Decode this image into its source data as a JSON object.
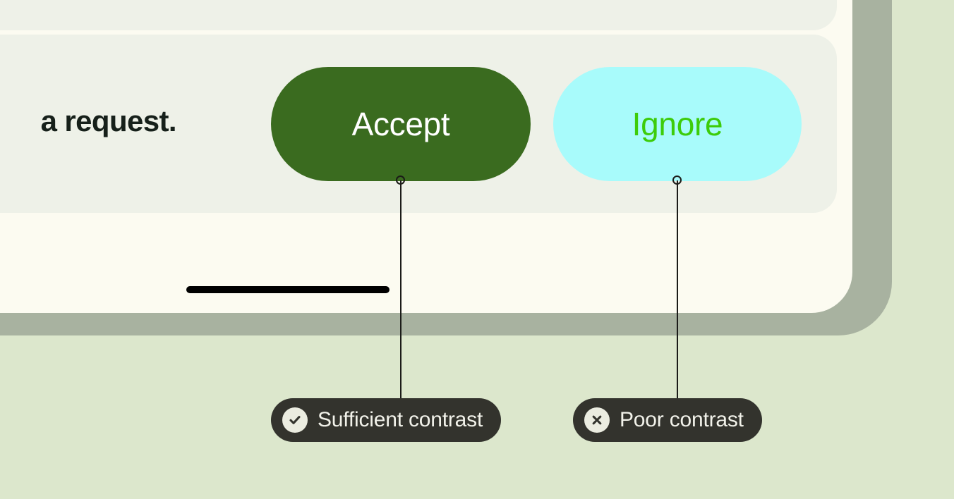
{
  "page": {
    "background_color": "#dce7cc",
    "frame_color": "#a8b2a0",
    "card_color": "#fcfbf1",
    "panel_color": "#eef1e8"
  },
  "mockup": {
    "body_text": "a request.",
    "home_indicator": "home-indicator-bar",
    "buttons": [
      {
        "label": "Accept",
        "background_color": "#3a6b1f",
        "text_color": "#ffffff"
      },
      {
        "label": "Ignore",
        "background_color": "#a8fbfb",
        "text_color": "#3dcc0a"
      }
    ]
  },
  "annotations": [
    {
      "label": "Sufficient contrast",
      "icon": "check-circle-icon",
      "background_color": "#33332d",
      "text_color": "#f2f2ea"
    },
    {
      "label": "Poor contrast",
      "icon": "x-circle-icon",
      "background_color": "#33332d",
      "text_color": "#f2f2ea"
    }
  ]
}
